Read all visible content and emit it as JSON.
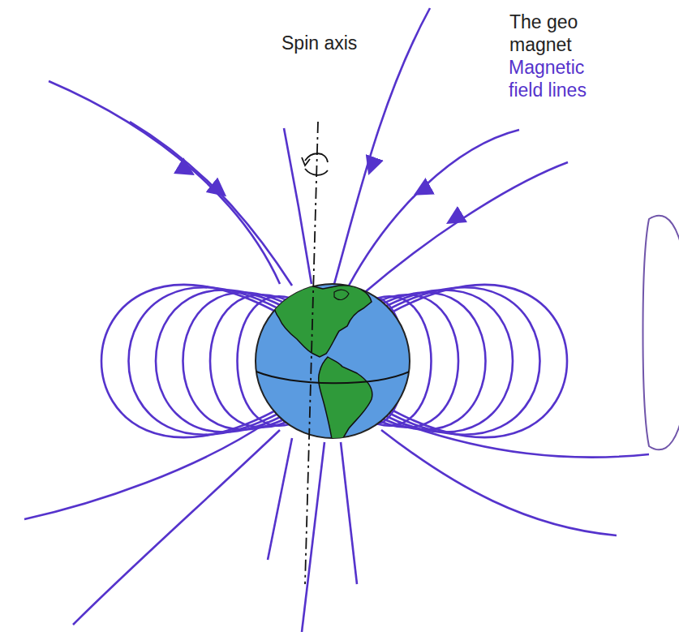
{
  "diagram": {
    "labels": [
      "Spin axis",
      "The geo magnet",
      "Magnetic field lines"
    ]
  }
}
